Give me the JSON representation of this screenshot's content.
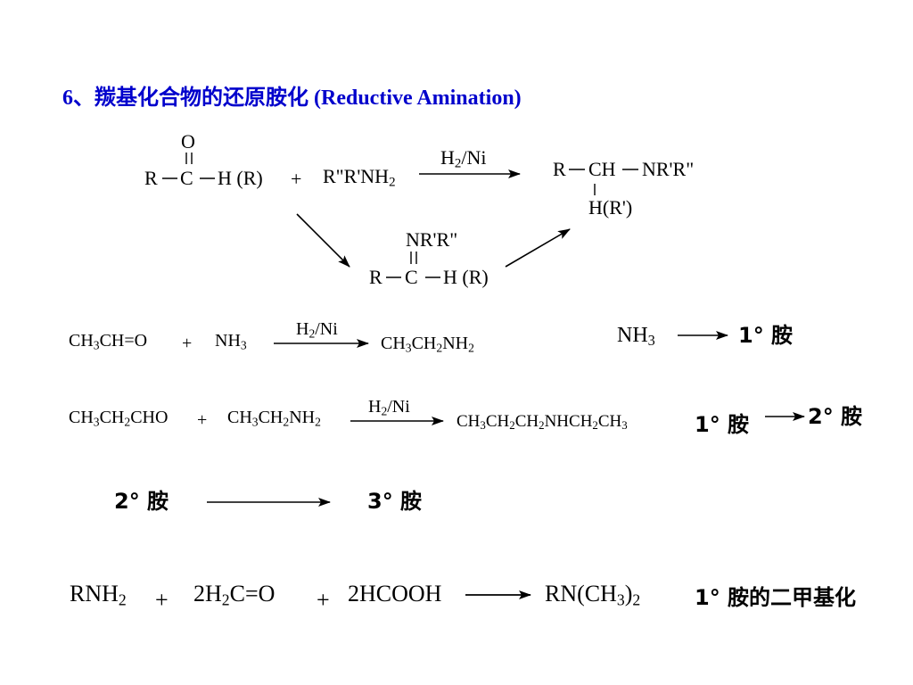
{
  "title": {
    "number": "6、",
    "cn": "羰基化合物的还原胺化",
    "en": "(Reductive Amination)"
  },
  "scheme1": {
    "carbonyl_O": "O",
    "carbonyl_R": "R",
    "carbonyl_C": "C",
    "carbonyl_H": "H (R)",
    "plus": "+",
    "amine_a": "R\"R'NH",
    "amine_sub": "2",
    "reagent_h": "H",
    "reagent_sub": "2",
    "reagent_rest": "/Ni",
    "product_R": "R",
    "product_CH": "CH",
    "product_N": "NR'R\"",
    "product_H": "H(R')",
    "imine_N": "NR'R\"",
    "imine_R": "R",
    "imine_C": "C",
    "imine_H": "H (R)"
  },
  "row2": {
    "r1": [
      "CH",
      "3",
      "CH=O"
    ],
    "plus": "+",
    "r2": [
      "NH",
      "3"
    ],
    "reagent": [
      "H",
      "2",
      "/Ni"
    ],
    "p": [
      "CH",
      "3",
      "CH",
      "2",
      "NH",
      "2"
    ],
    "note_nh3": [
      "NH",
      "3"
    ],
    "note_target": "1°  胺"
  },
  "row3": {
    "r1": [
      "CH",
      "3",
      "CH",
      "2",
      "CHO"
    ],
    "plus": "+",
    "r2": [
      "CH",
      "3",
      "CH",
      "2",
      "NH",
      "2"
    ],
    "reagent": [
      "H",
      "2",
      "/Ni"
    ],
    "p": [
      "CH",
      "3",
      "CH",
      "2",
      "CH",
      "2",
      "NHCH",
      "2",
      "CH",
      "3"
    ],
    "note_from": "1°  胺",
    "note_to": "2°  胺"
  },
  "row4": {
    "from": "2°  胺",
    "to": "3°  胺"
  },
  "row5": {
    "r1": [
      "RNH",
      "2"
    ],
    "plus1": "+",
    "r2": [
      "2H",
      "2",
      "C=O"
    ],
    "plus2": "+",
    "r3": "2HCOOH",
    "p": [
      "RN(CH",
      "3",
      ")",
      "2"
    ],
    "note": "1°  胺的二甲基化"
  }
}
